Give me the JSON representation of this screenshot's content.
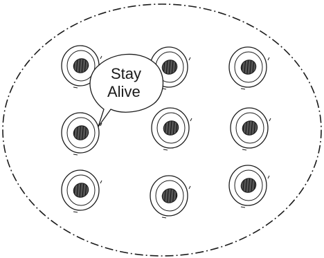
{
  "speech_bubble": {
    "line1": "Stay",
    "line2": "Alive"
  },
  "cells": [
    {
      "id": "cell-1"
    },
    {
      "id": "cell-2"
    },
    {
      "id": "cell-3"
    },
    {
      "id": "cell-4"
    },
    {
      "id": "cell-5"
    },
    {
      "id": "cell-6"
    },
    {
      "id": "cell-7"
    },
    {
      "id": "cell-8"
    },
    {
      "id": "cell-9"
    }
  ],
  "colors": {
    "stroke": "#1a1a1a",
    "nucleus": "#2a2a2a",
    "background": "#ffffff"
  }
}
